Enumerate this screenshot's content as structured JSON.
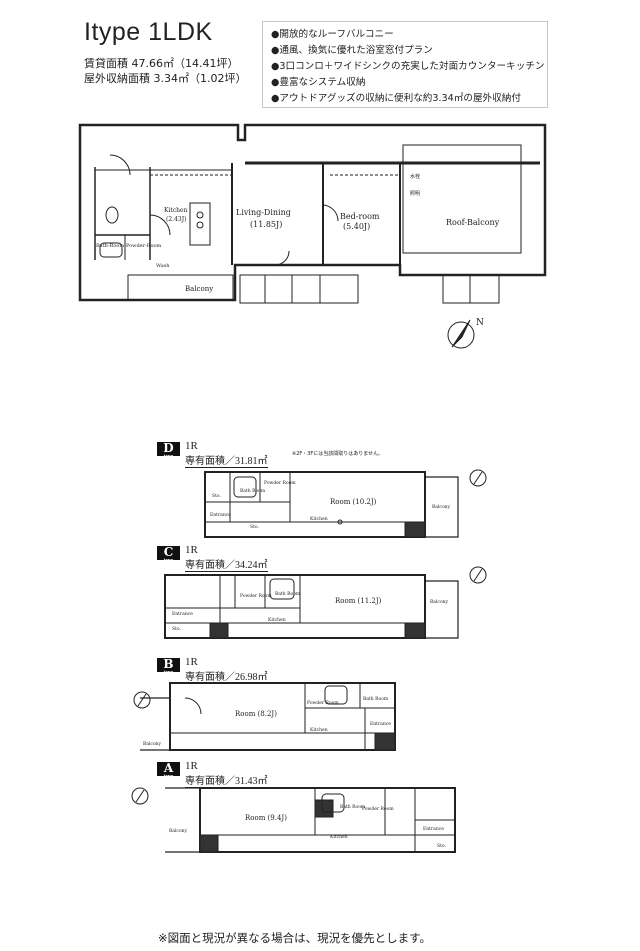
{
  "main": {
    "title": "Itype 1LDK",
    "rent_area": "賃貸面積 47.66㎡（14.41坪）",
    "outdoor_storage": "屋外収納面積 3.34㎡（1.02坪）",
    "features": [
      "●開放的なルーフバルコニー",
      "●通風、換気に優れた浴室窓付プラン",
      "●3口コンロ＋ワイドシンクの充実した対面カウンターキッチン",
      "●豊富なシステム収納",
      "●アウトドアグッズの収納に便利な約3.34㎡の屋外収納付"
    ],
    "rooms": {
      "living": "Living-Dining",
      "living_size": "(11.85J)",
      "bed": "Bed-room",
      "bed_size": "(5.40J)",
      "roof": "Roof-Balcony",
      "balcony": "Balcony",
      "kitchen": "Kitchen",
      "kitchen_size": "(2.43J)",
      "bath": "Bath-Room",
      "powder": "Powder-Room",
      "wash": "Wash",
      "faucet": "水栓",
      "light": "照明"
    }
  },
  "plans": [
    {
      "letter": "D",
      "type_label": "type",
      "code": "1R",
      "area": "専有面積／31.81㎡",
      "note": "※2F・3Fには当該間取りはありません。",
      "room": "Room (10.2J)",
      "labels": [
        "Bath Room",
        "Powder Room",
        "Sto.",
        "Entrance",
        "Kitchen",
        "Balcony",
        "Sto."
      ]
    },
    {
      "letter": "C",
      "type_label": "type",
      "code": "1R",
      "area": "専有面積／34.24㎡",
      "room": "Room (11.2J)",
      "labels": [
        "Powder Room",
        "Bath Room",
        "Entrance",
        "Sto.",
        "Kitchen",
        "Balcony"
      ]
    },
    {
      "letter": "B",
      "type_label": "type",
      "code": "1R",
      "area": "専有面積／26.98㎡",
      "room": "Room (8.2J)",
      "labels": [
        "Powder Room",
        "Bath Room",
        "Entrance",
        "Kitchen",
        "Balcony"
      ]
    },
    {
      "letter": "A",
      "type_label": "type",
      "code": "1R",
      "area": "専有面積／31.43㎡",
      "room": "Room (9.4J)",
      "labels": [
        "Bath Room",
        "Powder Room",
        "Entrance",
        "Sto.",
        "Kitchen",
        "Balcony"
      ]
    }
  ],
  "footer": "※図面と現況が異なる場合は、現況を優先とします。",
  "colors": {
    "line": "#222222",
    "dark_fill": "#333333",
    "frame": "#c7c7c7"
  }
}
